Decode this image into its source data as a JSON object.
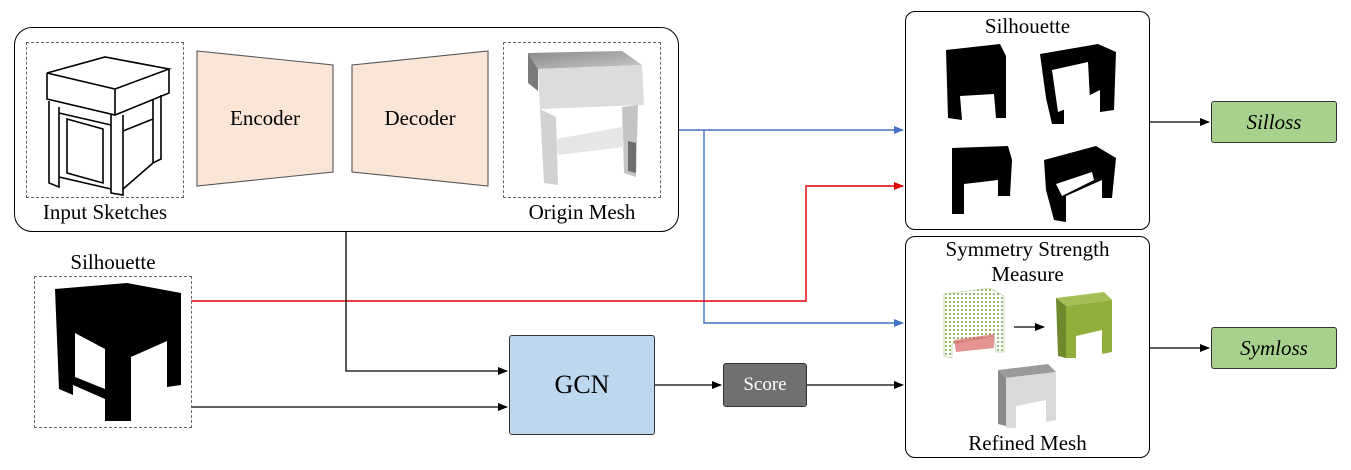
{
  "top_panel": {
    "input_label": "Input Sketches",
    "encoder_label": "Encoder",
    "decoder_label": "Decoder",
    "origin_label": "Origin Mesh"
  },
  "left_silhouette": {
    "label": "Silhouette"
  },
  "gcn": {
    "label": "GCN"
  },
  "score": {
    "label": "Score"
  },
  "silhouette_panel": {
    "title": "Silhouette"
  },
  "symmetry_panel": {
    "title_line1": "Symmetry Strength",
    "title_line2": "Measure",
    "refined_label": "Refined Mesh"
  },
  "losses": {
    "silloss": "Silloss",
    "symloss": "Symloss"
  },
  "colors": {
    "encoder_fill": "#fbe5d6",
    "gcn_fill": "#bdd7ee",
    "score_fill": "#707070",
    "loss_fill": "#a9d18e",
    "blue_arrow": "#4472c4",
    "red_arrow": "#e00000",
    "refined_green": "#8fae3a"
  }
}
